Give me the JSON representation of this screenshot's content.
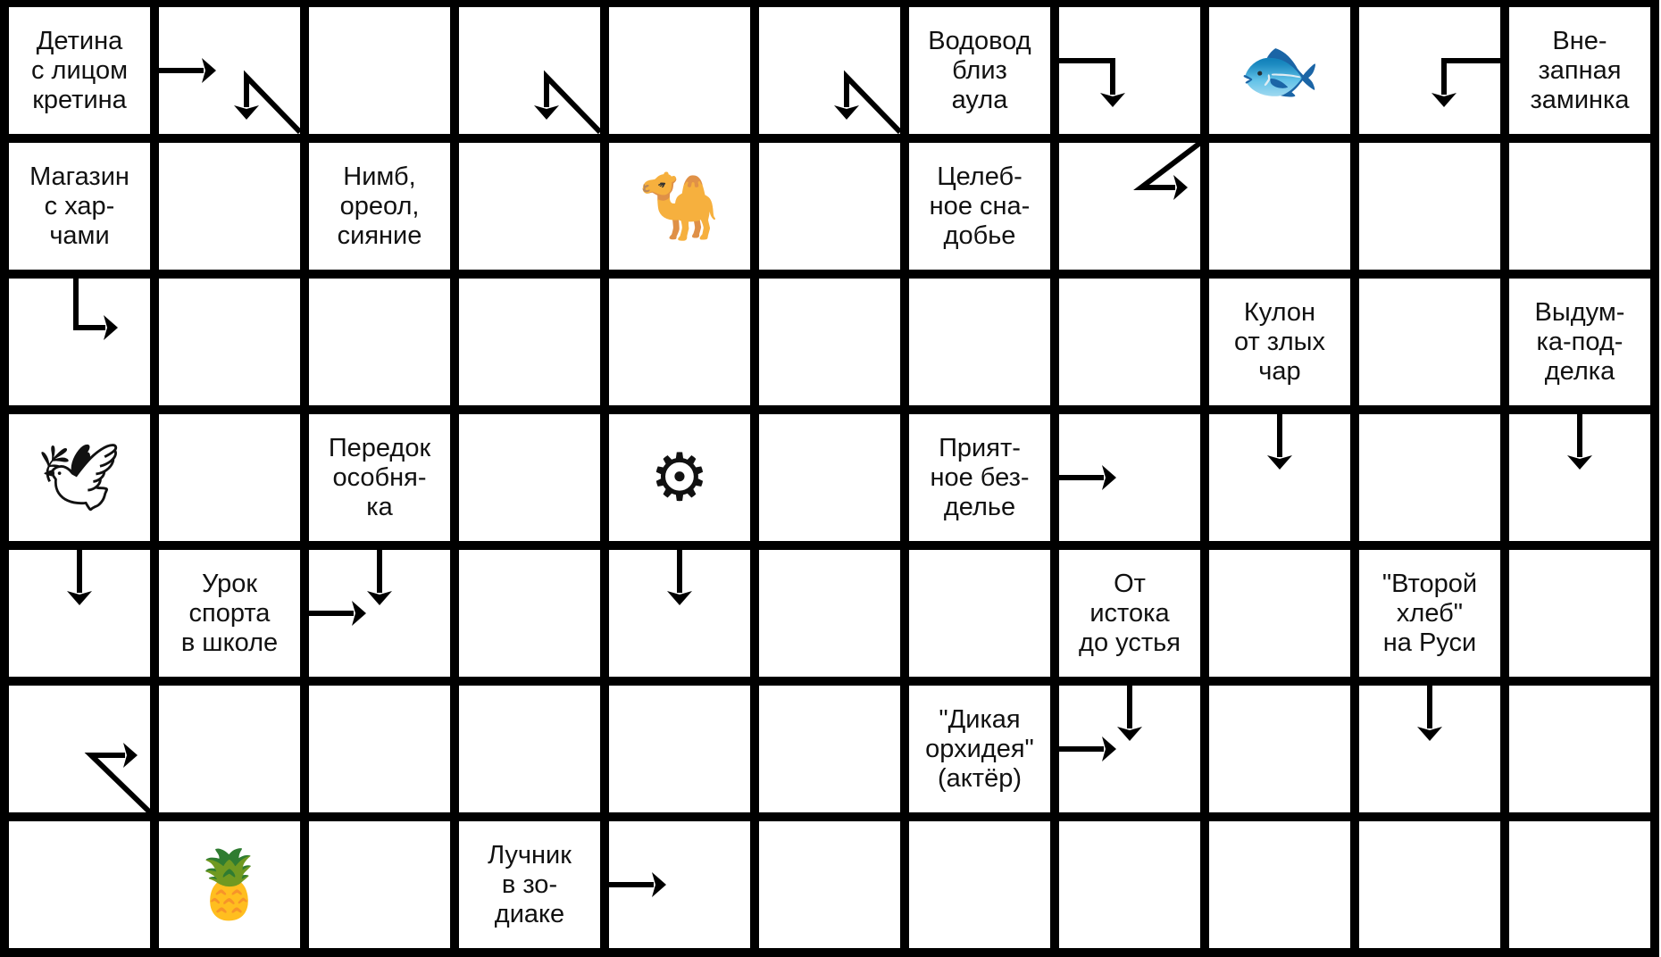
{
  "title": "Scanword puzzle",
  "colors": {
    "grid": "#000000",
    "cell": "#ffffff",
    "text": "#111111"
  },
  "rows": [
    {
      "cells": [
        {
          "type": "clue",
          "text": "Детина\nс лицом\nкретина"
        },
        {
          "type": "arrow",
          "arrows": [
            "right",
            "diag-up-down"
          ]
        },
        {
          "type": "empty"
        },
        {
          "type": "arrow",
          "arrows": [
            "diag-up-down"
          ]
        },
        {
          "type": "empty"
        },
        {
          "type": "arrow",
          "arrows": [
            "diag-up-down"
          ]
        },
        {
          "type": "clue",
          "text": "Водовод\nблиз\nаула"
        },
        {
          "type": "arrow",
          "arrows": [
            "bend-right-down"
          ]
        },
        {
          "type": "picture",
          "icon": "fish-picture",
          "glyph": "🐟"
        },
        {
          "type": "arrow",
          "arrows": [
            "bend-left-down"
          ]
        },
        {
          "type": "clue",
          "text": "Вне-\nзапная\nзаминка"
        }
      ]
    },
    {
      "cells": [
        {
          "type": "clue",
          "text": "Магазин\nс хар-\nчами"
        },
        {
          "type": "empty"
        },
        {
          "type": "clue",
          "text": "Нимб,\nореол,\nсияние"
        },
        {
          "type": "empty"
        },
        {
          "type": "picture",
          "icon": "arab-camel-picture",
          "glyph": "🐪"
        },
        {
          "type": "empty"
        },
        {
          "type": "clue",
          "text": "Целеб-\nное сна-\nдобье"
        },
        {
          "type": "arrow",
          "arrows": [
            "diag-down-right"
          ]
        },
        {
          "type": "empty"
        },
        {
          "type": "empty"
        },
        {
          "type": "empty"
        }
      ]
    },
    {
      "cells": [
        {
          "type": "arrow",
          "arrows": [
            "down-right"
          ]
        },
        {
          "type": "empty"
        },
        {
          "type": "empty"
        },
        {
          "type": "empty"
        },
        {
          "type": "empty"
        },
        {
          "type": "empty"
        },
        {
          "type": "empty"
        },
        {
          "type": "empty"
        },
        {
          "type": "clue",
          "text": "Кулон\nот злых\nчар"
        },
        {
          "type": "empty"
        },
        {
          "type": "clue",
          "text": "Выдум-\nка-под-\nделка"
        }
      ]
    },
    {
      "cells": [
        {
          "type": "picture",
          "icon": "bird-picture",
          "glyph": "🕊"
        },
        {
          "type": "empty"
        },
        {
          "type": "clue",
          "text": "Передок\nособня-\nка"
        },
        {
          "type": "empty"
        },
        {
          "type": "picture",
          "icon": "hairpin-picture",
          "glyph": "⚙"
        },
        {
          "type": "empty"
        },
        {
          "type": "clue",
          "text": "Прият-\nное без-\nделье"
        },
        {
          "type": "arrow",
          "arrows": [
            "right"
          ]
        },
        {
          "type": "arrow",
          "arrows": [
            "down"
          ]
        },
        {
          "type": "empty"
        },
        {
          "type": "arrow",
          "arrows": [
            "down"
          ]
        }
      ]
    },
    {
      "cells": [
        {
          "type": "arrow",
          "arrows": [
            "down"
          ]
        },
        {
          "type": "clue",
          "text": "Урок\nспорта\nв школе"
        },
        {
          "type": "arrow",
          "arrows": [
            "right",
            "down"
          ]
        },
        {
          "type": "empty"
        },
        {
          "type": "arrow",
          "arrows": [
            "down"
          ]
        },
        {
          "type": "empty"
        },
        {
          "type": "empty"
        },
        {
          "type": "clue",
          "text": "От\nистока\nдо устья"
        },
        {
          "type": "empty"
        },
        {
          "type": "clue",
          "text": "\"Второй\nхлеб\"\nна Руси"
        },
        {
          "type": "empty"
        }
      ]
    },
    {
      "cells": [
        {
          "type": "arrow",
          "arrows": [
            "diag-up-right"
          ]
        },
        {
          "type": "empty"
        },
        {
          "type": "empty"
        },
        {
          "type": "empty"
        },
        {
          "type": "empty"
        },
        {
          "type": "empty"
        },
        {
          "type": "clue",
          "text": "\"Дикая\nорхидея\"\n(актёр)"
        },
        {
          "type": "arrow",
          "arrows": [
            "right",
            "down"
          ]
        },
        {
          "type": "empty"
        },
        {
          "type": "arrow",
          "arrows": [
            "down"
          ]
        },
        {
          "type": "empty"
        }
      ]
    },
    {
      "cells": [
        {
          "type": "empty"
        },
        {
          "type": "picture",
          "icon": "pineapple-picture",
          "glyph": "🍍"
        },
        {
          "type": "empty"
        },
        {
          "type": "clue",
          "text": "Лучник\nв зо-\nдиаке"
        },
        {
          "type": "arrow",
          "arrows": [
            "right"
          ]
        },
        {
          "type": "empty"
        },
        {
          "type": "empty"
        },
        {
          "type": "empty"
        },
        {
          "type": "empty"
        },
        {
          "type": "empty"
        },
        {
          "type": "empty"
        }
      ]
    }
  ]
}
